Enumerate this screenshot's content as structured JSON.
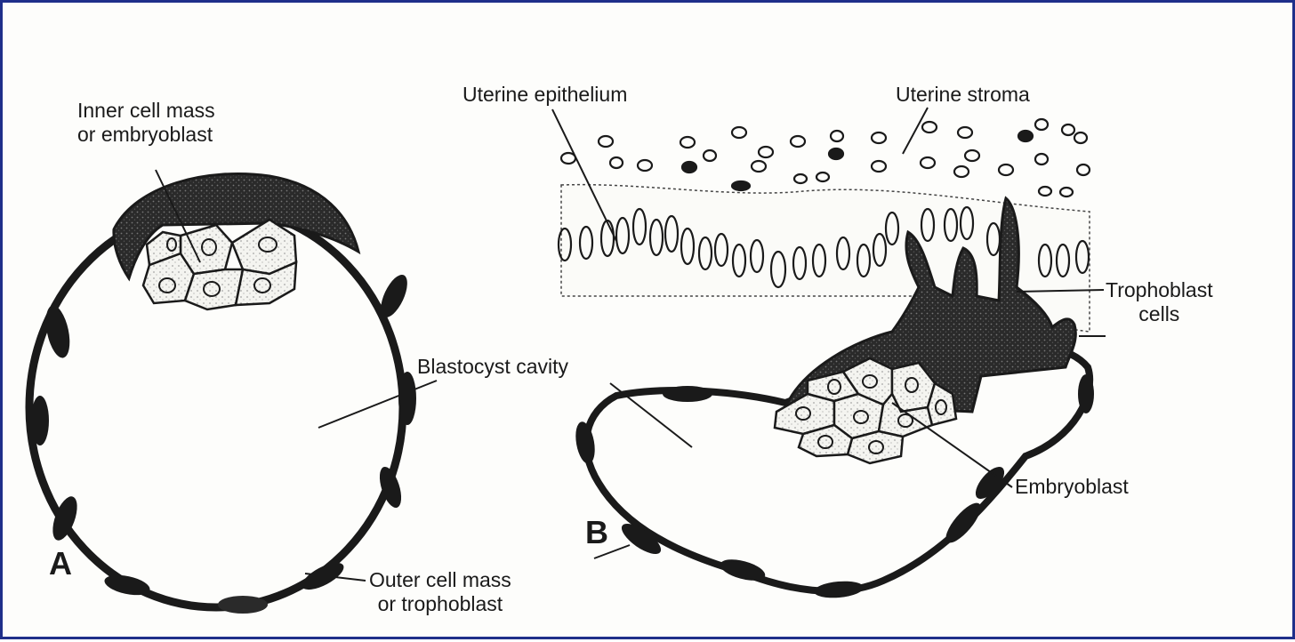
{
  "panels": {
    "a": {
      "letter": "A",
      "labels": {
        "inner_cell_mass_line1": "Inner cell mass",
        "inner_cell_mass_line2": "or embryoblast",
        "blastocyst_cavity": "Blastocyst cavity",
        "outer_cell_mass_line1": "Outer cell mass",
        "outer_cell_mass_line2": "or trophoblast"
      }
    },
    "b": {
      "letter": "B",
      "labels": {
        "uterine_epithelium": "Uterine epithelium",
        "uterine_stroma": "Uterine stroma",
        "trophoblast_line1": "Trophoblast",
        "trophoblast_line2": "cells",
        "embryoblast": "Embryoblast"
      }
    }
  },
  "colors": {
    "frame": "#1f2f8a",
    "ink": "#1a1a1a",
    "cell_fill": "#f4f4f0",
    "paper": "#fdfdfb"
  }
}
